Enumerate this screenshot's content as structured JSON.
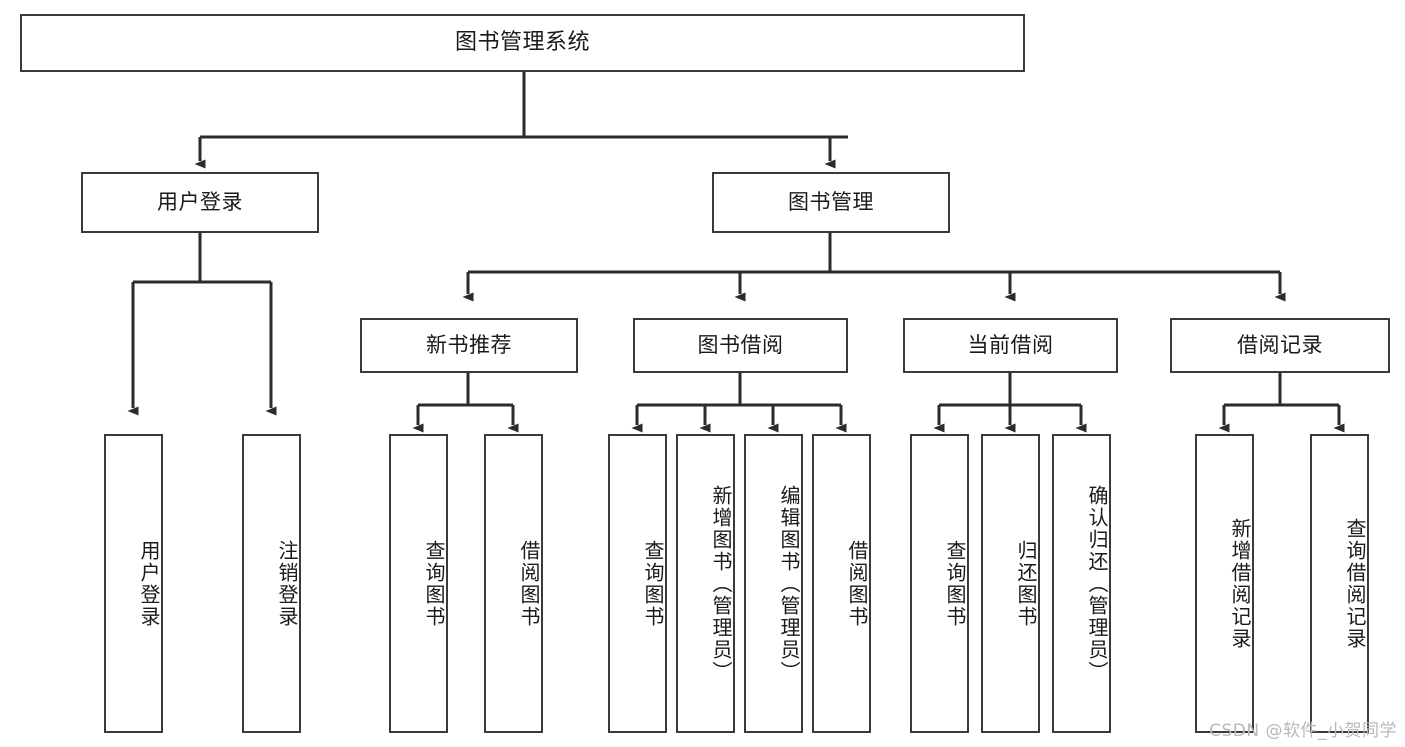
{
  "diagram": {
    "title": "图书管理系统",
    "type": "tree",
    "orientation": "top-down",
    "colors": {
      "box_border": "#3a3a3a",
      "box_fill": "#ffffff",
      "connector": "#2b2b2b",
      "text": "#1a1a1a",
      "watermark": "#b9b9b9",
      "background": "#ffffff"
    },
    "root": {
      "label": "图书管理系统"
    },
    "level1": [
      {
        "id": "user-login",
        "label": "用户登录"
      },
      {
        "id": "book-management",
        "label": "图书管理"
      }
    ],
    "level2": [
      {
        "id": "new-book-recommend",
        "label": "新书推荐",
        "parent": "book-management"
      },
      {
        "id": "book-borrow",
        "label": "图书借阅",
        "parent": "book-management"
      },
      {
        "id": "current-borrow",
        "label": "当前借阅",
        "parent": "book-management"
      },
      {
        "id": "borrow-record",
        "label": "借阅记录",
        "parent": "book-management"
      }
    ],
    "leaves": {
      "user-login": [
        {
          "id": "leaf-user-login",
          "label": "用户登录"
        },
        {
          "id": "leaf-logout",
          "label": "注销登录"
        }
      ],
      "new-book-recommend": [
        {
          "id": "leaf-query-book-1",
          "label": "查询图书"
        },
        {
          "id": "leaf-borrow-book-1",
          "label": "借阅图书"
        }
      ],
      "book-borrow": [
        {
          "id": "leaf-query-book-2",
          "label": "查询图书"
        },
        {
          "id": "leaf-add-book",
          "label": "新增图书（管理员）"
        },
        {
          "id": "leaf-edit-book",
          "label": "编辑图书（管理员）"
        },
        {
          "id": "leaf-borrow-book-2",
          "label": "借阅图书"
        }
      ],
      "current-borrow": [
        {
          "id": "leaf-query-book-3",
          "label": "查询图书"
        },
        {
          "id": "leaf-return-book",
          "label": "归还图书"
        },
        {
          "id": "leaf-confirm-return",
          "label": "确认归还（管理员）"
        }
      ],
      "borrow-record": [
        {
          "id": "leaf-add-record",
          "label": "新增借阅记录"
        },
        {
          "id": "leaf-query-record",
          "label": "查询借阅记录"
        }
      ]
    },
    "watermark": "CSDN @软件_小贺同学"
  }
}
